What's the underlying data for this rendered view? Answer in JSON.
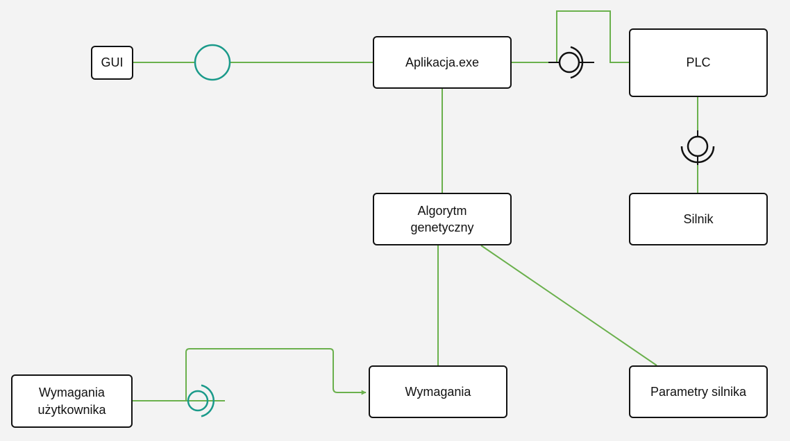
{
  "colors": {
    "background": "#f3f3f3",
    "connector": "#6ab04c",
    "interface": "#1a9a8a",
    "box_border": "#111111",
    "box_fill": "#ffffff",
    "text": "#111111"
  },
  "nodes": {
    "gui": "GUI",
    "app": "Aplikacja.exe",
    "plc": "PLC",
    "silnik": "Silnik",
    "algo": "Algorytm\ngenetyczny",
    "wymagania": "Wymagania",
    "param": "Parametry silnika",
    "user": "Wymagania\nużytkownika"
  }
}
